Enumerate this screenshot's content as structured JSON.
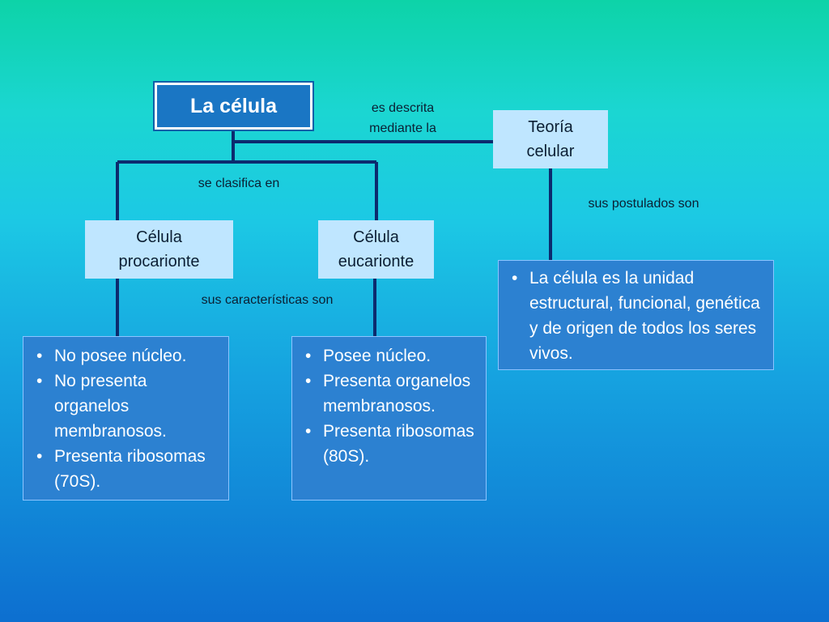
{
  "colors": {
    "connector_line": "#0c2b6e",
    "title_box": "#1a76c4",
    "concept_box": "#bfe6ff",
    "list_box": "#2c81d1"
  },
  "title": "La célula",
  "theory": "Teoría celular",
  "prokaryote": "Célula procarionte",
  "eukaryote": "Célula eucarionte",
  "links": {
    "described_by": "es descrita mediante la",
    "classified_into": "se clasifica en",
    "postulates_are": "sus postulados son",
    "characteristics_are": "sus características  son"
  },
  "prokaryote_traits": [
    "No posee núcleo.",
    "No presenta organelos membranosos.",
    "Presenta ribosomas (70S)."
  ],
  "eukaryote_traits": [
    "Posee núcleo.",
    "Presenta organelos membranosos.",
    "Presenta ribosomas (80S)."
  ],
  "postulates": [
    "La célula es la unidad estructural, funcional, genética  y de origen de todos los seres vivos."
  ]
}
